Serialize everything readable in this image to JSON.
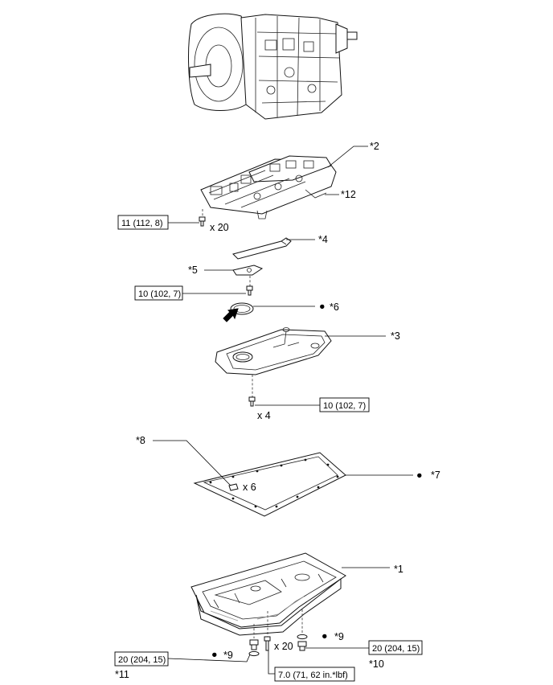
{
  "callouts": {
    "c1": "*1",
    "c2": "*2",
    "c3": "*3",
    "c4": "*4",
    "c5": "*5",
    "c6": "*6",
    "c7": "*7",
    "c8": "*8",
    "c9a": "*9",
    "c9b": "*9",
    "c10": "*10",
    "c11": "*11",
    "c12": "*12"
  },
  "quantities": {
    "valve_body_bolts": "x 20",
    "strainer_bolts": "x 4",
    "gasket_magnets": "x 6",
    "oil_pan_bolts": "x 20"
  },
  "torque_specs": {
    "valve_body": "11 (112, 8)",
    "detent_spring": "10 (102, 7)",
    "strainer": "10 (102, 7)",
    "drain_plug_left": "20 (204, 15)",
    "drain_plug_right": "20 (204, 15)",
    "oil_pan": "7.0 (71, 62 in.*lbf)"
  },
  "markers": {
    "non_reusable": "●"
  },
  "colors": {
    "line": "#000000",
    "background": "#ffffff"
  },
  "icons": [
    "transmission-illustration",
    "valve-body-illustration",
    "oil-strainer-illustration",
    "gasket-illustration",
    "oil-pan-illustration",
    "install-direction-arrow-icon"
  ]
}
